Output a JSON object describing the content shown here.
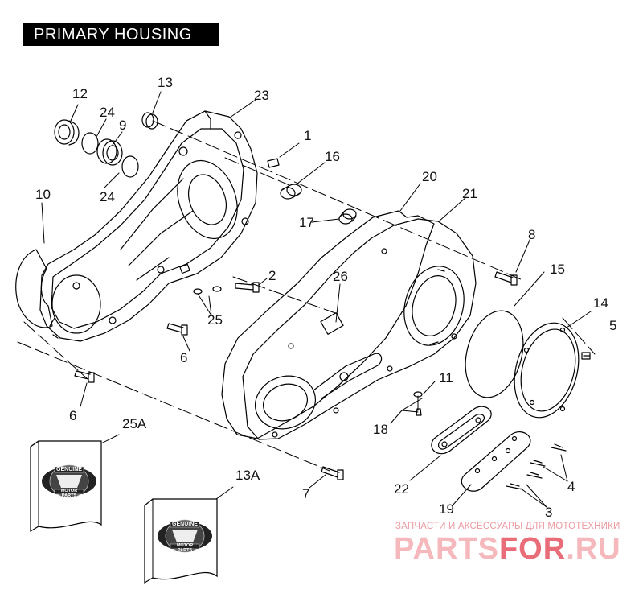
{
  "title": "PRIMARY HOUSING",
  "callouts": {
    "c1": "1",
    "c2": "2",
    "c3": "3",
    "c4": "4",
    "c5": "5",
    "c6a": "6",
    "c6b": "6",
    "c7": "7",
    "c8": "8",
    "c9": "9",
    "c10": "10",
    "c11": "11",
    "c12": "12",
    "c13": "13",
    "c13A": "13A",
    "c14": "14",
    "c15": "15",
    "c16": "16",
    "c17": "17",
    "c18": "18",
    "c19": "19",
    "c20": "20",
    "c21": "21",
    "c22": "22",
    "c23": "23",
    "c24a": "24",
    "c24b": "24",
    "c25": "25",
    "c25A": "25A",
    "c26": "26"
  },
  "product_box": {
    "badge_top": "GENUINE",
    "badge_bottom": "MOTOR PARTS"
  },
  "watermark": {
    "subtitle": "ЗАПЧАСТИ И АКСЕССУАРЫ ДЛЯ МОТОТЕХНИКИ",
    "brand_part1": "PARTS",
    "brand_part2": "FOR",
    "brand_part3": ".RU"
  },
  "colors": {
    "line": "#000000",
    "watermark": "#e86d78",
    "title_bg": "#000000"
  }
}
